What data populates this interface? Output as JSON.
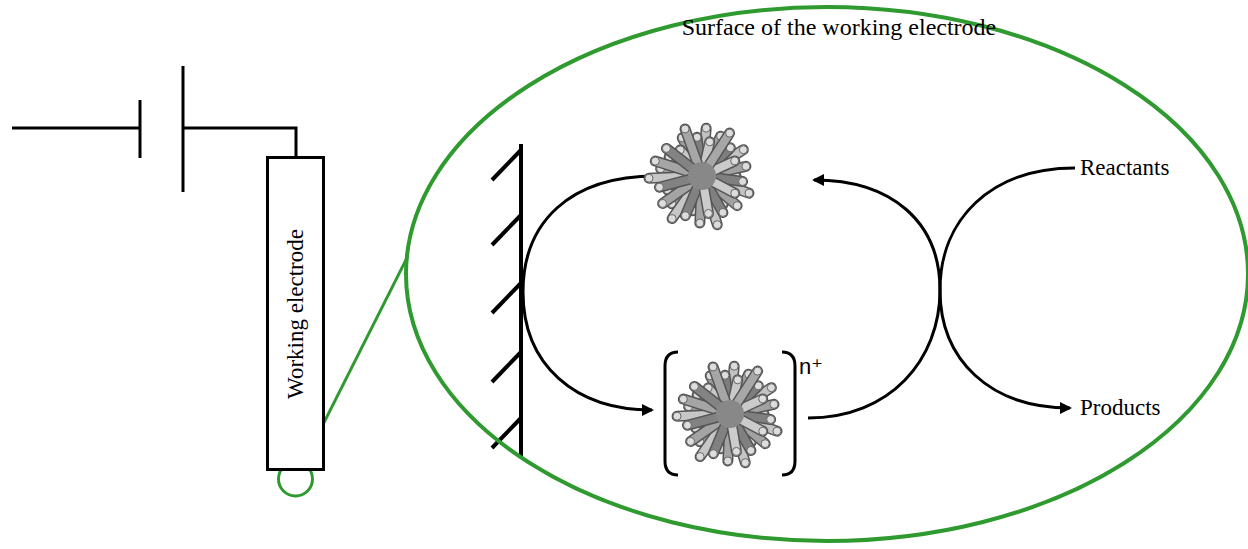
{
  "diagram": {
    "nodes": [
      {
        "text": [
          "Working electrode"
        ]
      },
      {
        "text": [
          "Surface of the working electrode"
        ]
      }
    ],
    "edges": [
      {
        "from": 0,
        "to": 1,
        "arrow": "none"
      }
    ],
    "labels": [
      "n⁺",
      "Reactants",
      "Products"
    ]
  }
}
